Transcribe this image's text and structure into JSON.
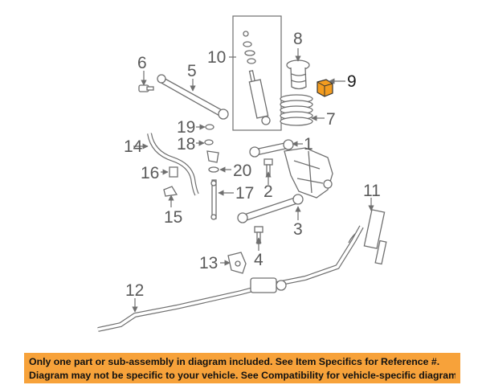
{
  "callouts": {
    "c1": "1",
    "c2": "2",
    "c3": "3",
    "c4": "4",
    "c5": "5",
    "c6": "6",
    "c7": "7",
    "c8": "8",
    "c9": "9",
    "c10": "10",
    "c11": "11",
    "c12": "12",
    "c13": "13",
    "c14": "14",
    "c15": "15",
    "c16": "16",
    "c17": "17",
    "c18": "18",
    "c19": "19",
    "c20": "20"
  },
  "highlighted_part": "9",
  "colors": {
    "highlight_part": "#f39c1f",
    "banner": "#f7a23a",
    "linework": "#6f6f6f"
  },
  "banner": {
    "line1": "Only one part or sub-assembly in diagram included. See Item Specifics for Reference #.",
    "line2": "Diagram may not be specific to your vehicle. See Compatibility for vehicle-specific diagrams."
  }
}
